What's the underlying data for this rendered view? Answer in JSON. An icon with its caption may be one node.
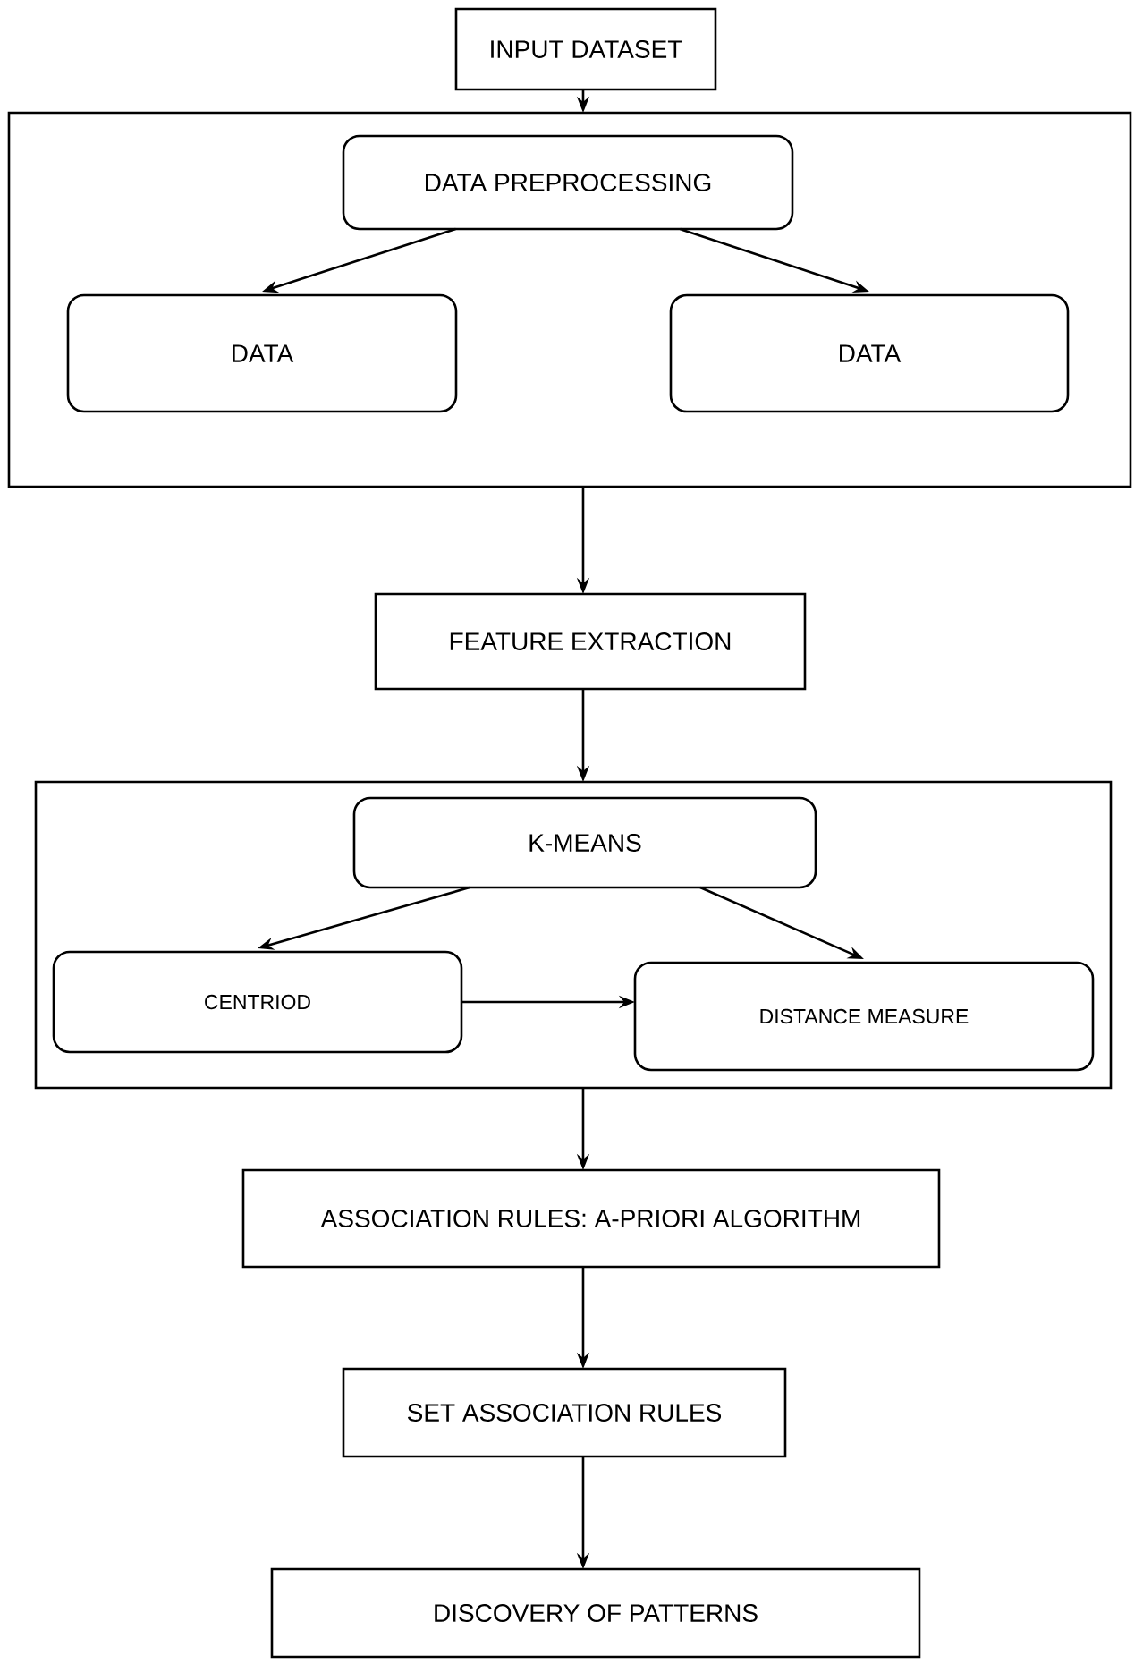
{
  "diagram": {
    "nodes": [
      {
        "text": [
          "INPUT DATASET"
        ]
      },
      {
        "text": [],
        "shape": "box"
      },
      {
        "text": [
          "DATA PREPROCESSING"
        ],
        "in": 1
      },
      {
        "text": [
          "DATA"
        ],
        "in": 1
      },
      {
        "text": [
          "DATA"
        ],
        "in": 1
      },
      {
        "text": [
          "FEATURE EXTRACTION"
        ]
      },
      {
        "text": [],
        "shape": "box"
      },
      {
        "text": [
          "K-MEANS"
        ],
        "in": 6
      },
      {
        "text": [
          "CENTRIOD"
        ],
        "in": 6
      },
      {
        "text": [
          "DISTANCE MEASURE"
        ],
        "in": 6
      },
      {
        "text": [
          "ASSOCIATION RULES: A-PRIORI ALGORITHM"
        ]
      },
      {
        "text": [
          "SET ASSOCIATION RULES"
        ]
      },
      {
        "text": [
          "DISCOVERY OF PATTERNS"
        ]
      }
    ],
    "edges": [
      {
        "from": 0,
        "to": 1,
        "arrow": "to"
      },
      {
        "from": 2,
        "to": 3,
        "arrow": "to"
      },
      {
        "from": 2,
        "to": 4,
        "arrow": "to"
      },
      {
        "from": 1,
        "to": 5,
        "arrow": "to"
      },
      {
        "from": 5,
        "to": 6,
        "arrow": "to"
      },
      {
        "from": 7,
        "to": 8,
        "arrow": "to"
      },
      {
        "from": 7,
        "to": 9,
        "arrow": "to"
      },
      {
        "from": 8,
        "to": 9,
        "arrow": "to"
      },
      {
        "from": 6,
        "to": 10,
        "arrow": "to"
      },
      {
        "from": 10,
        "to": 11,
        "arrow": "to"
      },
      {
        "from": 11,
        "to": 12,
        "arrow": "to"
      }
    ]
  }
}
